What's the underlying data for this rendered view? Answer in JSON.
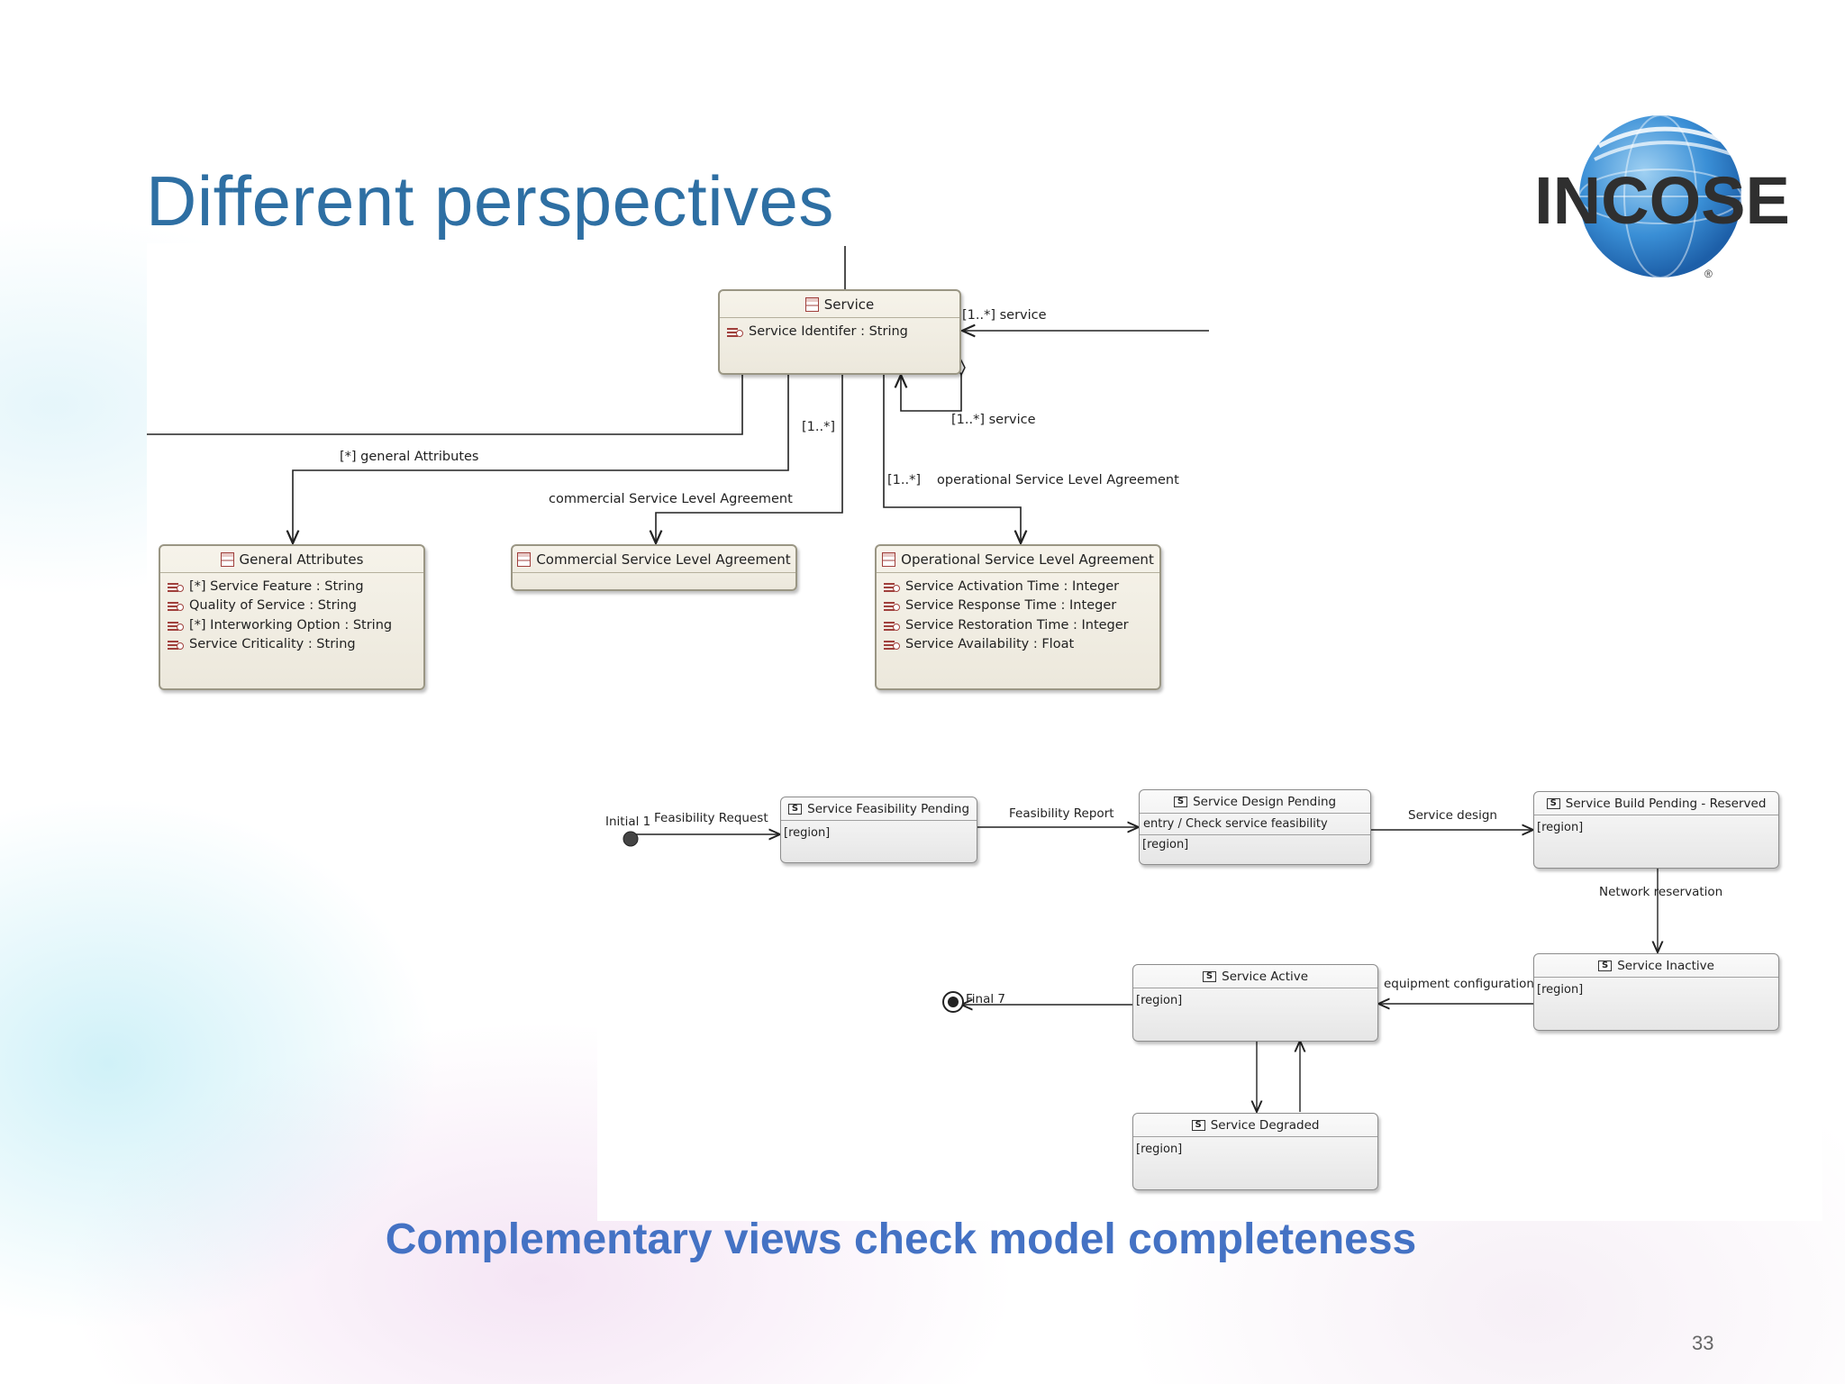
{
  "slide": {
    "title": "Different perspectives",
    "subtitle": "Complementary views check model completeness",
    "page_number": "33",
    "logo_text": "INCOSE",
    "logo_mark": "®"
  },
  "class_diagram": {
    "service": {
      "name": "Service",
      "attributes": [
        "Service Identifer : String"
      ]
    },
    "general_attributes": {
      "name": "General Attributes",
      "attributes": [
        "[*] Service Feature : String",
        "Quality of Service : String",
        "[*] Interworking Option : String",
        "Service Criticality : String"
      ]
    },
    "commercial_sla": {
      "name": "Commercial Service Level Agreement",
      "attributes": []
    },
    "operational_sla": {
      "name": "Operational Service Level Agreement",
      "attributes": [
        "Service Activation Time : Integer",
        "Service Response Time : Integer",
        "Service Restoration Time : Integer",
        "Service Availability : Float"
      ]
    },
    "labels": {
      "service_in": "[1..*] service",
      "service_self": "[1..*] service",
      "mult_commercial": "[1..*]",
      "general_attributes_role": "[*] general Attributes",
      "commercial_role": "commercial Service Level Agreement",
      "mult_operational": "[1..*]",
      "operational_role": "operational Service Level Agreement"
    }
  },
  "state_machine": {
    "initial_label": "Initial 1",
    "final_label": "Final 7",
    "region_label": "[region]",
    "states": {
      "feasibility_pending": "Service Feasibility Pending",
      "design_pending": "Service Design Pending",
      "design_entry": "entry / Check service feasibility",
      "build_pending": "Service Build Pending - Reserved",
      "inactive": "Service Inactive",
      "active": "Service Active",
      "degraded": "Service Degraded"
    },
    "transitions": {
      "feasibility_request": "Feasibility Request",
      "feasibility_report": "Feasibility Report",
      "service_design": "Service design",
      "network_reservation": "Network reservation",
      "equipment_configuration": "equipment configuration"
    },
    "icon_letter": "S"
  }
}
